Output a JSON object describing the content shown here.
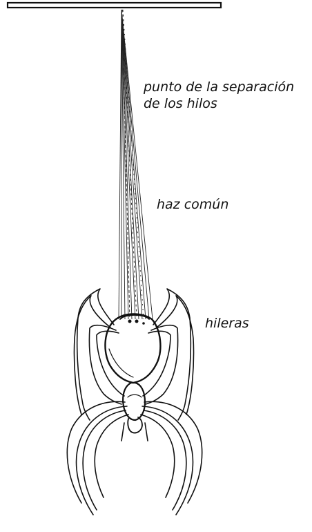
{
  "labels": {
    "separation_line1": "punto de la separación",
    "separation_line2": "de los hilos",
    "common_bundle": "haz común",
    "spinnerets": "hileras"
  }
}
